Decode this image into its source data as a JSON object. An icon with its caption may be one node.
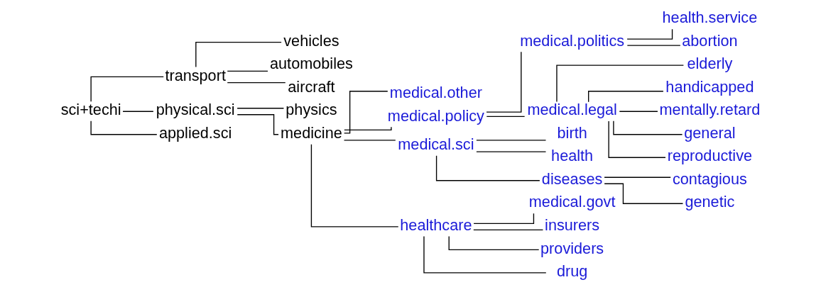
{
  "diagram": {
    "nodes": [
      {
        "text": [
          "sci+techi"
        ]
      },
      {
        "text": [
          "transport"
        ]
      },
      {
        "text": [
          "physical.sci"
        ]
      },
      {
        "text": [
          "applied.sci"
        ]
      },
      {
        "text": [
          "vehicles"
        ]
      },
      {
        "text": [
          "automobiles"
        ]
      },
      {
        "text": [
          "aircraft"
        ]
      },
      {
        "text": [
          "physics"
        ]
      },
      {
        "text": [
          "medicine"
        ]
      },
      {
        "text": [
          "medical.other"
        ]
      },
      {
        "text": [
          "medical.policy"
        ]
      },
      {
        "text": [
          "medical.sci"
        ]
      },
      {
        "text": [
          "healthcare"
        ]
      },
      {
        "text": [
          "medical.politics"
        ]
      },
      {
        "text": [
          "medical.legal"
        ]
      },
      {
        "text": [
          "health.service"
        ]
      },
      {
        "text": [
          "abortion"
        ]
      },
      {
        "text": [
          "elderly"
        ]
      },
      {
        "text": [
          "handicapped"
        ]
      },
      {
        "text": [
          "mentally.retard"
        ]
      },
      {
        "text": [
          "general"
        ]
      },
      {
        "text": [
          "reproductive"
        ]
      },
      {
        "text": [
          "birth"
        ]
      },
      {
        "text": [
          "health"
        ]
      },
      {
        "text": [
          "diseases"
        ]
      },
      {
        "text": [
          "contagious"
        ]
      },
      {
        "text": [
          "genetic"
        ]
      },
      {
        "text": [
          "medical.govt"
        ]
      },
      {
        "text": [
          "insurers"
        ]
      },
      {
        "text": [
          "providers"
        ]
      },
      {
        "text": [
          "drug"
        ]
      }
    ],
    "edges": [
      {
        "from": 0,
        "to": 1,
        "arrow": "none"
      },
      {
        "from": 0,
        "to": 2,
        "arrow": "none"
      },
      {
        "from": 0,
        "to": 3,
        "arrow": "none"
      },
      {
        "from": 1,
        "to": 4,
        "arrow": "none"
      },
      {
        "from": 1,
        "to": 5,
        "arrow": "none"
      },
      {
        "from": 1,
        "to": 6,
        "arrow": "none"
      },
      {
        "from": 2,
        "to": 7,
        "arrow": "none"
      },
      {
        "from": 2,
        "to": 8,
        "arrow": "none"
      },
      {
        "from": 8,
        "to": 9,
        "arrow": "none"
      },
      {
        "from": 8,
        "to": 10,
        "arrow": "none"
      },
      {
        "from": 8,
        "to": 11,
        "arrow": "none"
      },
      {
        "from": 8,
        "to": 12,
        "arrow": "none"
      },
      {
        "from": 10,
        "to": 13,
        "arrow": "none"
      },
      {
        "from": 10,
        "to": 14,
        "arrow": "none"
      },
      {
        "from": 13,
        "to": 15,
        "arrow": "none"
      },
      {
        "from": 13,
        "to": 16,
        "arrow": "none"
      },
      {
        "from": 14,
        "to": 17,
        "arrow": "none"
      },
      {
        "from": 14,
        "to": 18,
        "arrow": "none"
      },
      {
        "from": 14,
        "to": 19,
        "arrow": "none"
      },
      {
        "from": 14,
        "to": 20,
        "arrow": "none"
      },
      {
        "from": 14,
        "to": 21,
        "arrow": "none"
      },
      {
        "from": 11,
        "to": 22,
        "arrow": "none"
      },
      {
        "from": 11,
        "to": 23,
        "arrow": "none"
      },
      {
        "from": 11,
        "to": 24,
        "arrow": "none"
      },
      {
        "from": 24,
        "to": 25,
        "arrow": "none"
      },
      {
        "from": 24,
        "to": 26,
        "arrow": "none"
      },
      {
        "from": 12,
        "to": 27,
        "arrow": "none"
      },
      {
        "from": 12,
        "to": 28,
        "arrow": "none"
      },
      {
        "from": 12,
        "to": 29,
        "arrow": "none"
      },
      {
        "from": 12,
        "to": 30,
        "arrow": "none"
      }
    ]
  }
}
